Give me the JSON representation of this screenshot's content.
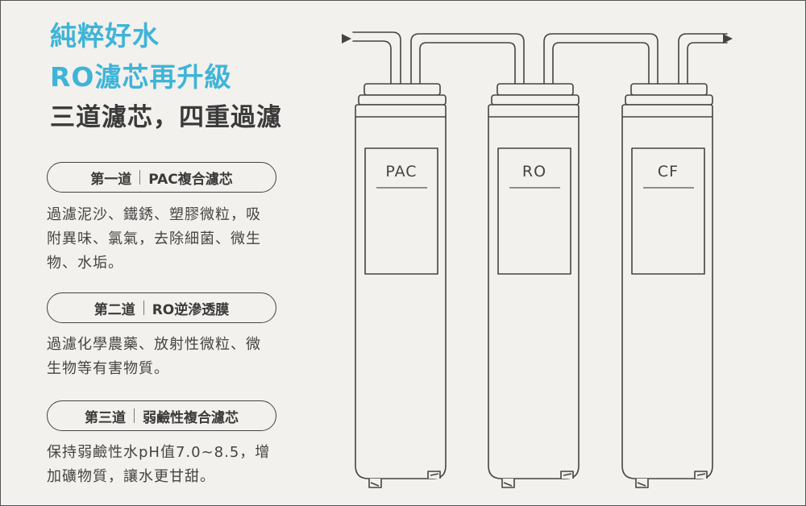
{
  "headline": {
    "line1": "純粹好水",
    "line2": "RO濾芯再升級",
    "line3": "三道濾芯，四重過濾"
  },
  "stages": [
    {
      "step": "第一道",
      "name": "PAC複合濾芯",
      "desc": [
        "過濾泥沙、鐵銹、塑膠微粒，吸",
        "附異味、氯氣，去除細菌、微生",
        "物、水垢。"
      ]
    },
    {
      "step": "第二道",
      "name": "RO逆滲透膜",
      "desc": [
        "過濾化學農藥、放射性微粒、微",
        "生物等有害物質。"
      ]
    },
    {
      "step": "第三道",
      "name": "弱鹼性複合濾芯",
      "desc": [
        "保持弱鹼性水pH值7.0~8.5，增",
        "加礦物質，讓水更甘甜。"
      ]
    }
  ],
  "filters": [
    "PAC",
    "RO",
    "CF"
  ],
  "colors": {
    "accent": "#3fb4d8",
    "background": "#f3f1ed",
    "line": "#444444"
  }
}
